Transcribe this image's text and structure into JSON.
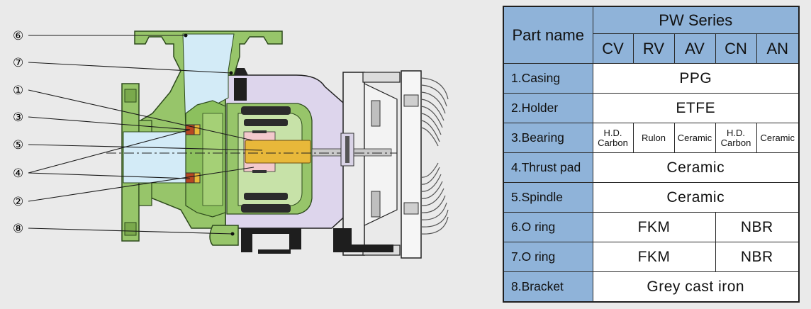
{
  "callouts": [
    "⑥",
    "⑦",
    "①",
    "③",
    "⑤",
    "④",
    "②",
    "⑧"
  ],
  "table": {
    "part_name_header": "Part name",
    "series_header": "PW Series",
    "series": [
      "CV",
      "RV",
      "AV",
      "CN",
      "AN"
    ],
    "rows": [
      {
        "part": "1.Casing",
        "value": "PPG"
      },
      {
        "part": "2.Holder",
        "value": "ETFE"
      },
      {
        "part": "3.Bearing",
        "values": [
          "H.D.\nCarbon",
          "Rulon",
          "Ceramic",
          "H.D.\nCarbon",
          "Ceramic"
        ]
      },
      {
        "part": "4.Thrust pad",
        "value": "Ceramic"
      },
      {
        "part": "5.Spindle",
        "value": "Ceramic"
      },
      {
        "part": "6.O ring",
        "left": "FKM",
        "right": "NBR"
      },
      {
        "part": "7.O ring",
        "left": "FKM",
        "right": "NBR"
      },
      {
        "part": "8.Bracket",
        "value": "Grey cast iron"
      }
    ]
  },
  "colors": {
    "casing": "#97c56a",
    "casing_stroke": "#2d4a1c",
    "fluid": "#d3ebf7",
    "bracket": "#ddd5ec",
    "spindle": "#e8b83a",
    "magnet": "#2b2b2b",
    "table_header": "#8fb3d9"
  }
}
